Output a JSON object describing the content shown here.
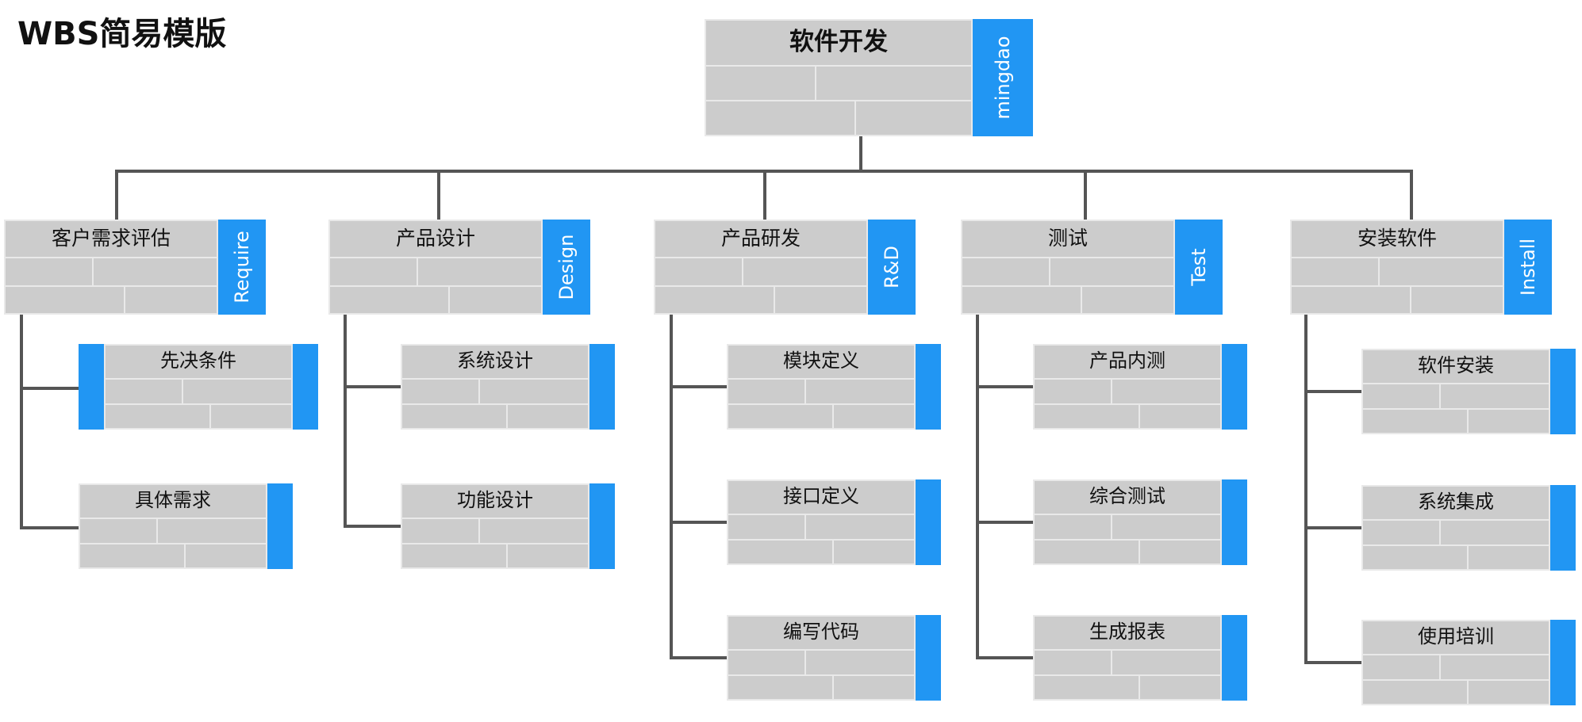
{
  "title": "WBS简易模版",
  "colors": {
    "accent": "#2196f3",
    "cell": "#cccccc",
    "connector": "#555555"
  },
  "root": {
    "label": "软件开发",
    "tag": "mingdao"
  },
  "phases": [
    {
      "label": "客户需求评估",
      "tag": "Require",
      "tasks": [
        "先决条件",
        "具体需求"
      ]
    },
    {
      "label": "产品设计",
      "tag": "Design",
      "tasks": [
        "系统设计",
        "功能设计"
      ]
    },
    {
      "label": "产品研发",
      "tag": "R&D",
      "tasks": [
        "模块定义",
        "接口定义",
        "编写代码"
      ]
    },
    {
      "label": "测试",
      "tag": "Test",
      "tasks": [
        "产品内测",
        "综合测试",
        "生成报表"
      ]
    },
    {
      "label": "安装软件",
      "tag": "Install",
      "tasks": [
        "软件安装",
        "系统集成",
        "使用培训"
      ]
    }
  ]
}
